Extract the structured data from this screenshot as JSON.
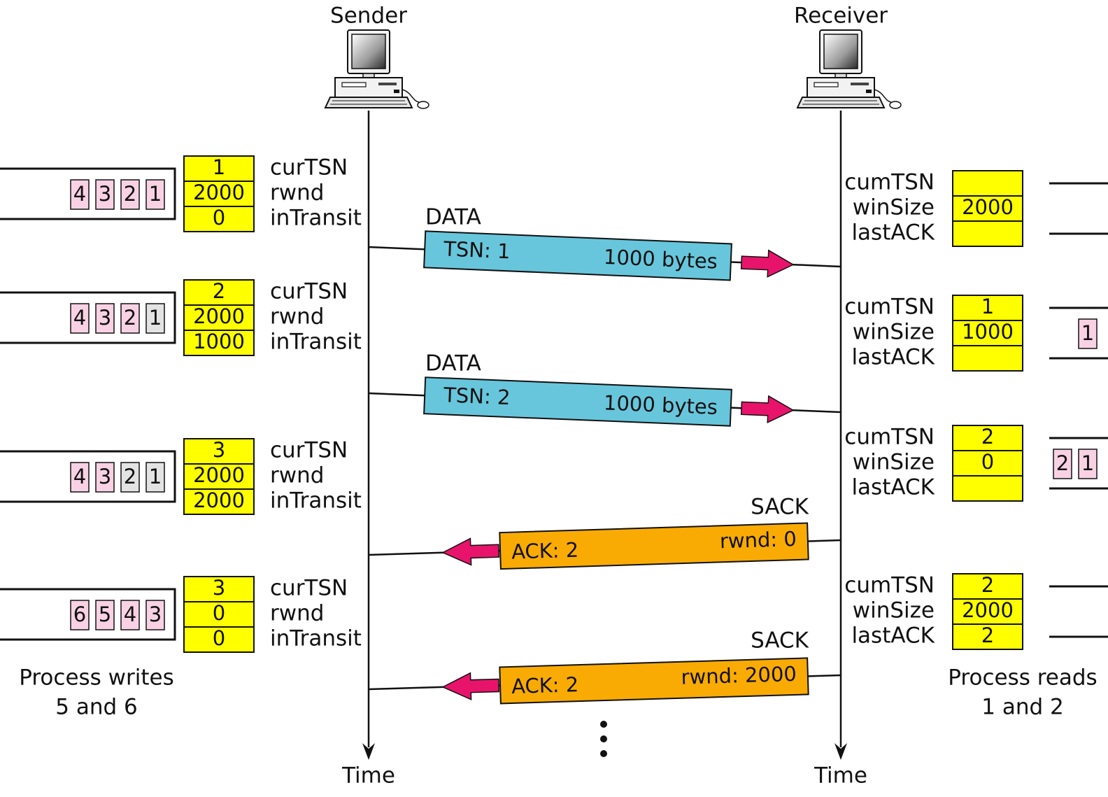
{
  "colors": {
    "register_fill": "#ffff00",
    "data_packet_fill": "#67c6dc",
    "sack_packet_fill": "#f9ab04",
    "arrow_fill": "#e8146c",
    "chunk_pending_fill": "#f8d2e4",
    "chunk_sent_fill": "#e3e3e3"
  },
  "icons": {
    "computer": "desktop-computer-icon"
  },
  "sender": {
    "title": "Sender",
    "time_label": "Time"
  },
  "receiver": {
    "title": "Receiver",
    "time_label": "Time"
  },
  "sender_var_names": [
    "curTSN",
    "rwnd",
    "inTransit"
  ],
  "receiver_var_names": [
    "cumTSN",
    "winSize",
    "lastACK"
  ],
  "sender_states": [
    {
      "values": [
        "1",
        "2000",
        "0"
      ],
      "chunks": [
        {
          "text": "4",
          "sent": false
        },
        {
          "text": "3",
          "sent": false
        },
        {
          "text": "2",
          "sent": false
        },
        {
          "text": "1",
          "sent": false
        }
      ]
    },
    {
      "values": [
        "2",
        "2000",
        "1000"
      ],
      "chunks": [
        {
          "text": "4",
          "sent": false
        },
        {
          "text": "3",
          "sent": false
        },
        {
          "text": "2",
          "sent": false
        },
        {
          "text": "1",
          "sent": true
        }
      ]
    },
    {
      "values": [
        "3",
        "2000",
        "2000"
      ],
      "chunks": [
        {
          "text": "4",
          "sent": false
        },
        {
          "text": "3",
          "sent": false
        },
        {
          "text": "2",
          "sent": true
        },
        {
          "text": "1",
          "sent": true
        }
      ]
    },
    {
      "values": [
        "3",
        "0",
        "0"
      ],
      "chunks": [
        {
          "text": "6",
          "sent": false
        },
        {
          "text": "5",
          "sent": false
        },
        {
          "text": "4",
          "sent": false
        },
        {
          "text": "3",
          "sent": false
        }
      ]
    }
  ],
  "receiver_states": [
    {
      "values": [
        "",
        "2000",
        ""
      ],
      "chunks": []
    },
    {
      "values": [
        "1",
        "1000",
        ""
      ],
      "chunks": [
        "1"
      ]
    },
    {
      "values": [
        "2",
        "0",
        ""
      ],
      "chunks": [
        "2",
        "1"
      ]
    },
    {
      "values": [
        "2",
        "2000",
        "2"
      ],
      "chunks": []
    }
  ],
  "messages": [
    {
      "kind": "DATA",
      "left": "TSN: 1",
      "right": "1000 bytes"
    },
    {
      "kind": "DATA",
      "left": "TSN: 2",
      "right": "1000 bytes"
    },
    {
      "kind": "SACK",
      "left": "ACK: 2",
      "right": "rwnd: 0"
    },
    {
      "kind": "SACK",
      "left": "ACK: 2",
      "right": "rwnd: 2000"
    }
  ],
  "notes": {
    "sender": [
      "Process writes",
      "5 and 6"
    ],
    "receiver": [
      "Process reads",
      "1 and 2"
    ]
  }
}
